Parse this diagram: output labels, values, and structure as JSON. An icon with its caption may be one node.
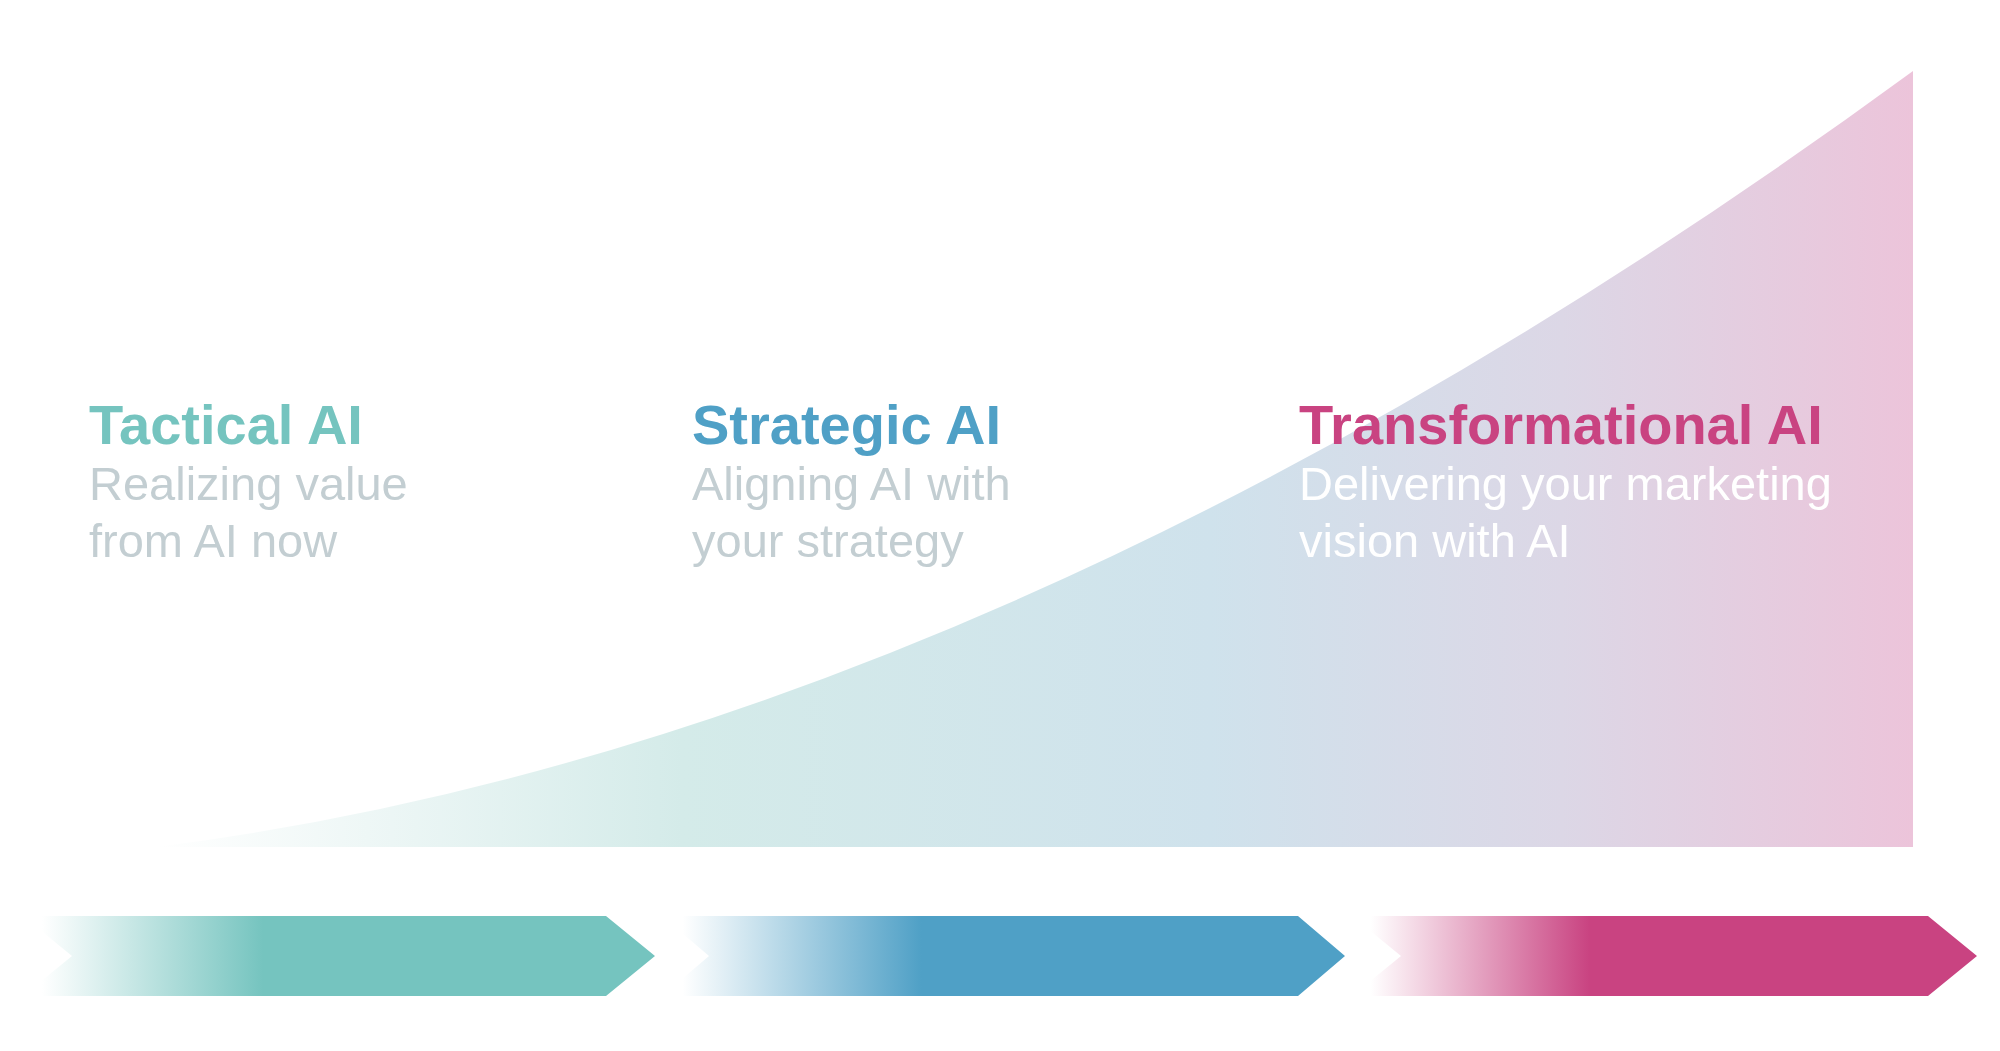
{
  "diagram": {
    "nodes": [
      {
        "text": [],
        "shape": "chevron",
        "beside": [
          "Tactical AI",
          "Realizing value from AI now"
        ]
      },
      {
        "text": [],
        "shape": "chevron",
        "beside": [
          "Strategic AI",
          "Aligning AI with your strategy"
        ]
      },
      {
        "text": [],
        "shape": "chevron",
        "beside": [
          "Transformational AI",
          "Delivering your marketing vision with AI"
        ]
      }
    ]
  }
}
